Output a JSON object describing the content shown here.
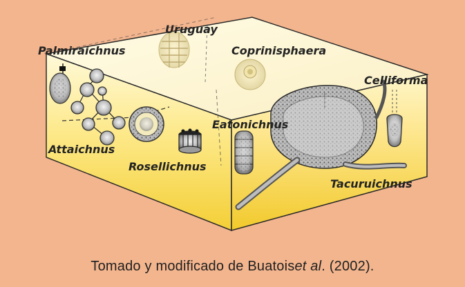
{
  "figure": {
    "labels": {
      "uruguay": "Uruguay",
      "coprinisphaera": "Coprinisphaera",
      "palmiraichnus": "Palmiraichnus",
      "celliforma": "Celliforma",
      "eatonichnus": "Eatonichnus",
      "attaichnus": "Attaichnus",
      "rosellichnus": "Rosellichnus",
      "tacuruichnus": "Tacuruichnus"
    }
  },
  "caption": {
    "prefix": "Tomado y modificado de Buatois ",
    "italic": "et al",
    "suffix": ". (2002)."
  },
  "colors": {
    "background": "#f3b58e",
    "block_top": "#fdf7d6",
    "block_side_light": "#fff4b0",
    "block_side_deep": "#f4cf2a",
    "outline": "#2a2a2a"
  }
}
